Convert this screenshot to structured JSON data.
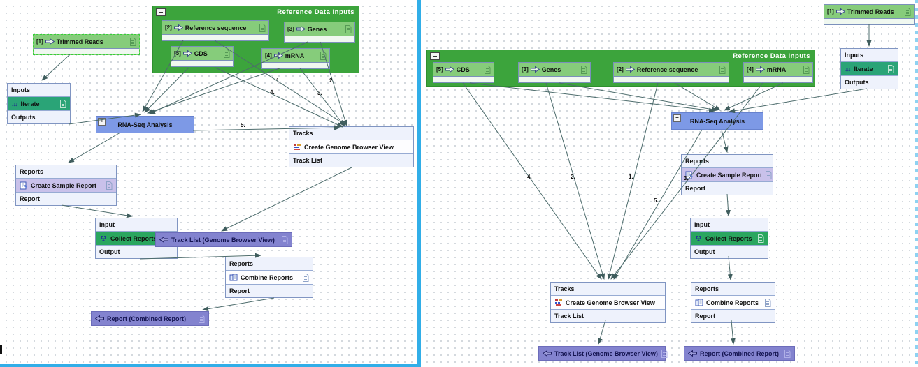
{
  "colors": {
    "group_green": "#3ca43c",
    "element_green": "#86cc7b",
    "iterate_teal": "#2aa477",
    "collect_green": "#2aa65f",
    "rnaseq_blue": "#7d99e6",
    "sample_report_purple": "#c9c1ea",
    "output_purple": "#8383cf",
    "edge_color": "#4d6c6c",
    "divider_blue": "#31aee8"
  },
  "left": {
    "trimmed_reads": {
      "index": "[1]",
      "label": "Trimmed Reads"
    },
    "reference_group": {
      "title": "Reference Data Inputs",
      "reference_sequence": {
        "index": "[2]",
        "label": "Reference sequence"
      },
      "genes": {
        "index": "[3]",
        "label": "Genes"
      },
      "cds": {
        "index": "[5]",
        "label": "CDS"
      },
      "mrna": {
        "index": "[4]",
        "label": "mRNA"
      }
    },
    "iterate": {
      "header": "Inputs",
      "label": "Iterate",
      "footer": "Outputs"
    },
    "rna_seq": {
      "label": "RNA-Seq Analysis"
    },
    "create_genome_browser_view": {
      "header": "Tracks",
      "label": "Create Genome Browser View",
      "footer": "Track List"
    },
    "create_sample_report": {
      "header": "Reports",
      "label": "Create Sample Report",
      "footer": "Report"
    },
    "collect_reports": {
      "header": "Input",
      "label": "Collect Reports",
      "footer": "Output"
    },
    "combine_reports": {
      "header": "Reports",
      "label": "Combine Reports",
      "footer": "Report"
    },
    "track_list_output": {
      "label": "Track List (Genome Browser View)"
    },
    "report_output": {
      "label": "Report (Combined Report)"
    },
    "edge_labels": [
      "1.",
      "2.",
      "3.",
      "4.",
      "5."
    ]
  },
  "right": {
    "trimmed_reads": {
      "index": "[1]",
      "label": "Trimmed Reads"
    },
    "reference_group": {
      "title": "Reference Data Inputs",
      "cds": {
        "index": "[5]",
        "label": "CDS"
      },
      "genes": {
        "index": "[3]",
        "label": "Genes"
      },
      "reference_sequence": {
        "index": "[2]",
        "label": "Reference sequence"
      },
      "mrna": {
        "index": "[4]",
        "label": "mRNA"
      }
    },
    "iterate": {
      "header": "Inputs",
      "label": "Iterate",
      "footer": "Outputs"
    },
    "rna_seq": {
      "label": "RNA-Seq Analysis"
    },
    "create_sample_report": {
      "header": "Reports",
      "label": "Create Sample Report",
      "footer": "Report"
    },
    "collect_reports": {
      "header": "Input",
      "label": "Collect Reports",
      "footer": "Output"
    },
    "create_genome_browser_view": {
      "header": "Tracks",
      "label": "Create Genome Browser View",
      "footer": "Track List"
    },
    "combine_reports": {
      "header": "Reports",
      "label": "Combine Reports",
      "footer": "Report"
    },
    "track_list_output": {
      "label": "Track List (Genome Browser View)"
    },
    "report_output": {
      "label": "Report (Combined Report)"
    },
    "edge_labels": [
      "1.",
      "2.",
      "3.",
      "4.",
      "5."
    ]
  }
}
